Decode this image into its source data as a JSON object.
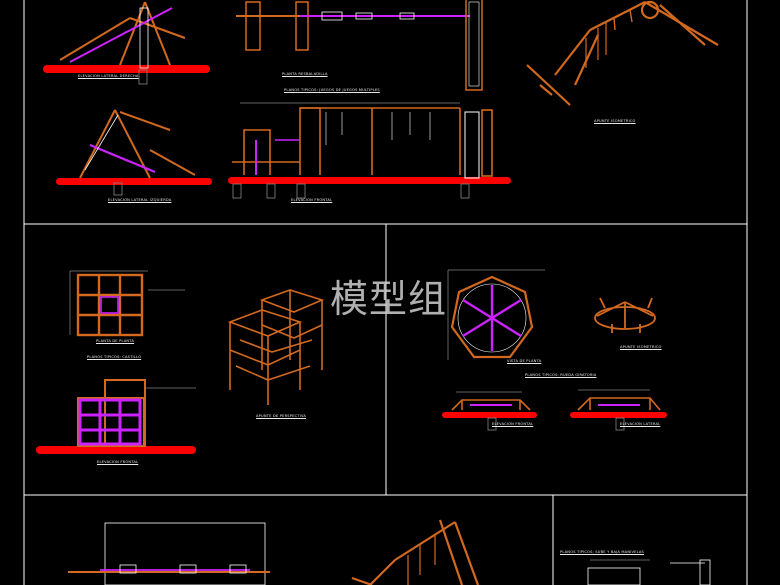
{
  "watermark": "模型组",
  "colors": {
    "background": "#000000",
    "frame": "#ffffff",
    "orange": "#d2691e",
    "magenta": "#cc22ff",
    "red": "#ff0000",
    "white": "#ffffff",
    "dims": "#c0c0c0"
  },
  "labels": {
    "elev_lateral_derecha": "ELEVACION LATERAL DERECHA",
    "elev_lateral_izquierda": "ELEVACION LATERAL IZQUIERDA",
    "planta_resbaladilla": "PLANTA RESBALADILLA",
    "planos_juegos_multiples": "PLANOS TIPICOS: JUEGOS DE JUEGOS MULTIPLES",
    "elevacion_frontal_top": "ELEVACION FRONTAL",
    "apunte_isometrico_top": "APUNTE ISOMETRICO",
    "planta_planta": "PLANTA DE PLANTA",
    "planos_castillo": "PLANOS TIPICOS: CASTILLO",
    "elevacion_frontal_castillo": "ELEVACION FRONTAL",
    "apunte_perspectiva": "APUNTE DE PERSPECTIVA",
    "vista_planta_rueda": "VISTA DE PLANTA",
    "apunte_isometrico_rueda": "APUNTE ISOMETRICO",
    "planos_rueda": "PLANOS TIPICOS: RUEDA GIRATORIA",
    "elevacion_frontal_rueda": "ELEVACION FRONTAL",
    "elevacion_lateral_rueda": "ELEVACION LATERAL",
    "planos_sube_baja": "PLANOS TIPICOS: SUBE Y BAJA MANIVELAS"
  }
}
